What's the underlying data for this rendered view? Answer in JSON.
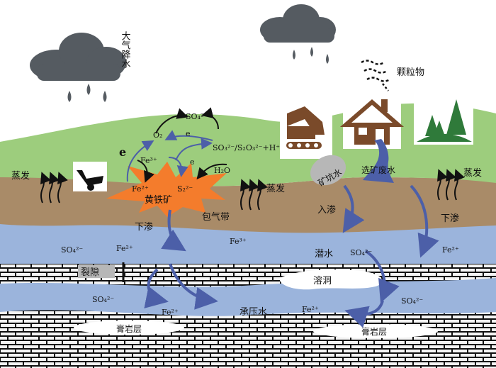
{
  "labels": {
    "atmospheric_precipitation": "大气降水",
    "particulates": "颗粒物",
    "evaporation_left": "蒸发",
    "evaporation_mid": "蒸发",
    "evaporation_right": "蒸发",
    "pyrite": "黄铁矿",
    "vadose_zone": "包气带",
    "infiltration_left": "下渗",
    "infiltration_right": "下渗",
    "infiltration_mid": "入渗",
    "mine_pit_water": "矿坑水",
    "mine_waste_water": "选矿废水",
    "phreatic_water": "潜水",
    "fracture": "裂隙",
    "karst_cave": "溶洞",
    "confined_water": "承压水",
    "gypsum_layer_left": "膏岩层",
    "gypsum_layer_right": "膏岩层"
  },
  "chemistry": {
    "sulfate_top": "SO₄²⁻",
    "oxygen": "O₂",
    "sulfur_species": "SO₃²⁻/S₂O₃²⁻+H⁺",
    "ferric_top": "Fe³⁺",
    "ferrous_pyrite": "Fe²⁺",
    "sulfide_pyrite": "S₂²⁻",
    "water": "H₂O",
    "electron_1": "e",
    "electron_2": "e",
    "electron_3": "e",
    "sw_sulfate": "SO₄²⁻",
    "sw_ferrous": "Fe²⁺",
    "sw_ferric": "Fe³⁺",
    "sw_sulfate_right": "SO₄²⁻",
    "sw_ferrous_right": "Fe²⁺",
    "cw_sulfate": "SO₄²⁻",
    "cw_ferrous_left": "Fe²⁺",
    "cw_ferrous_right": "Fe²⁺",
    "cw_sulfate_right": "SO₄²⁻"
  },
  "colors": {
    "sky": "#ffffff",
    "grass": "#9dcd7d",
    "soil": "#a98b68",
    "groundwater": "#9bb4dc",
    "rock_brick": "#111111",
    "pyrite_star": "#f47c2c",
    "cloud": "#555b61",
    "flow_arrow": "#4c5fa8",
    "house_brown": "#7a4a2a",
    "tree_green": "#2f7a3a"
  }
}
